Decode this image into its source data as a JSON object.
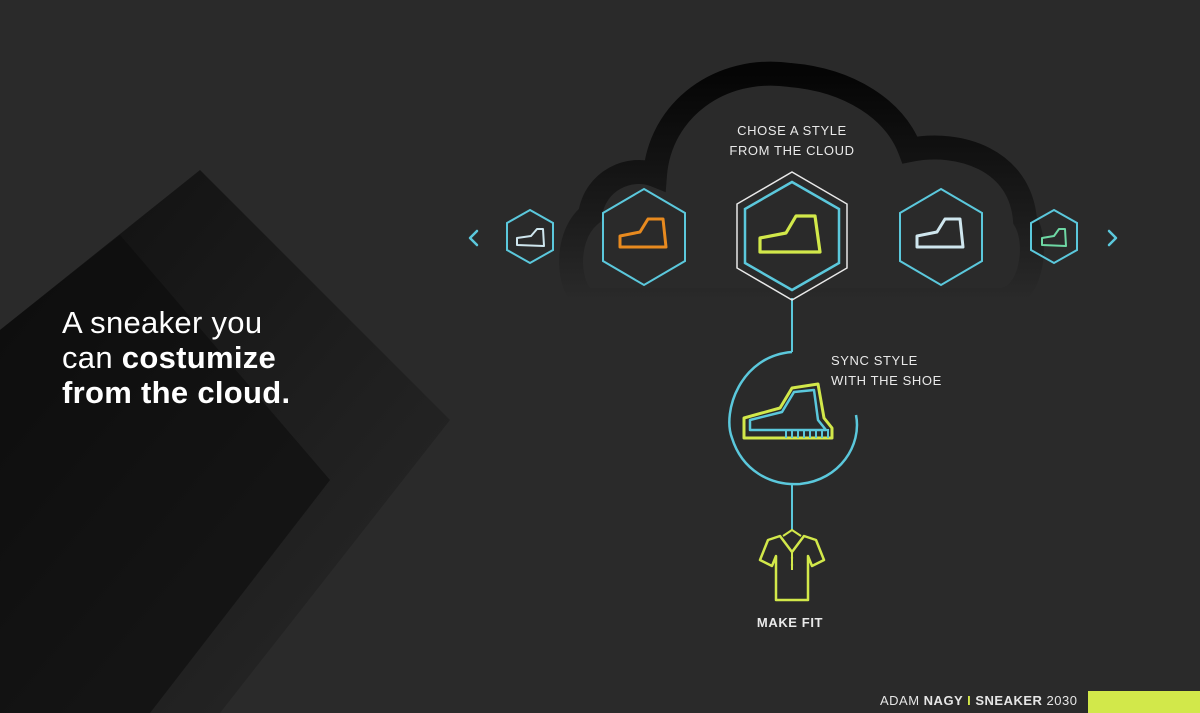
{
  "headline": {
    "line1": "A sneaker you",
    "line2_regular": "can ",
    "line2_bold": "costumize",
    "line3_bold": "from the cloud."
  },
  "steps": {
    "choose": [
      "CHOSE A STYLE",
      "FROM THE CLOUD"
    ],
    "sync": [
      "SYNC STYLE",
      "WITH THE SHOE"
    ],
    "fit": "MAKE FIT"
  },
  "footer": {
    "author_first": "ADAM ",
    "author_last": "NAGY",
    "separator": " I ",
    "product": "SNEAKER",
    "year": " 2030"
  },
  "colors": {
    "background": "#2a2a2a",
    "cyan": "#5bc8dc",
    "lime": "#d2e84a",
    "orange": "#e88a1f",
    "mint": "#6ed8a4",
    "light": "#cfe6ee"
  },
  "icons": {
    "prev": "chevron-left-icon",
    "next": "chevron-right-icon",
    "cloud": "cloud-icon",
    "shoe": "sneaker-icon",
    "shirt": "polo-shirt-icon"
  }
}
